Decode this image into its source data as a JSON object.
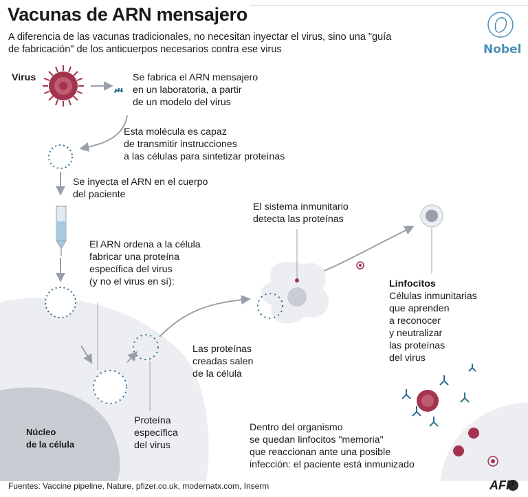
{
  "title": "Vacunas de ARN mensajero",
  "subtitle": "A diferencia de las vacunas tradicionales, no necesitan inyectar el virus, sino una \"guía de fabricación\" de los anticuerpos necesarios contra ese virus",
  "logo": {
    "text": "Nobel",
    "icon": "nobel-medal-icon"
  },
  "labels": {
    "virus": "Virus",
    "step1": [
      "Se fabrica el ARN mensajero",
      "en un laboratoria, a partir",
      "de un modelo del virus"
    ],
    "step2": [
      "Esta molécula es capaz",
      "de transmitir instrucciones",
      "a las células para sintetizar proteínas"
    ],
    "step3": [
      "Se inyecta el ARN en el cuerpo",
      "del paciente"
    ],
    "step4": [
      "El ARN ordena a la célula",
      "fabricar una proteína",
      "específica del virus",
      "(y no el virus en sí):"
    ],
    "step5": [
      "Las proteínas",
      "creadas salen",
      "de la célula"
    ],
    "protein": [
      "Proteína",
      "específica",
      "del virus"
    ],
    "nucleus": [
      "Núcleo",
      "de la célula"
    ],
    "immune": [
      "El sistema inmunitario",
      "detecta las proteínas"
    ],
    "lymph_title": "Linfocitos",
    "lymph": [
      "Células inmunitarias",
      "que aprenden",
      "a reconocer",
      "y neutralizar",
      "las proteínas",
      "del virus"
    ],
    "memory": [
      "Dentro del organismo",
      "se quedan linfocitos \"memoria\"",
      "que reaccionan ante una posible",
      "infección:  el paciente está inmunizado"
    ]
  },
  "footer": {
    "sources": "Fuentes: Vaccine pipeline, Nature, pfizer.co.uk, modernatx.com, Inserm",
    "agency": "AFP"
  },
  "colors": {
    "virus": "#a3344f",
    "rna": "#2a6f8f",
    "cell": "#eceef2",
    "nucleus": "#c9ccd3",
    "accent": "#4a90b8"
  }
}
